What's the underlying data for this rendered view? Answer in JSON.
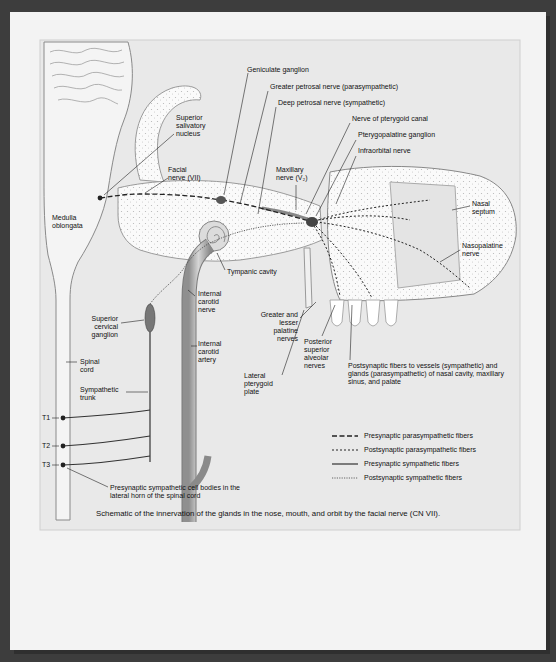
{
  "diagram": {
    "caption": "Schematic of the innervation of the glands in the nose, mouth, and orbit by the facial nerve (CN VII).",
    "labels": [
      "Geniculate ganglion",
      "Greater petrosal nerve (parasympathetic)",
      "Deep petrosal nerve (sympathetic)",
      "Superior salivatory nucleus",
      "Nerve of pterygoid canal",
      "Pterygopalatine ganglion",
      "Infraorbital nerve",
      "Facial nerve (VII)",
      "Maxillary nerve (V₂)",
      "Nasal septum",
      "Medulla oblongata",
      "Nasopalatine nerve",
      "Tympanic cavity",
      "Internal carotid nerve",
      "Superior cervical ganglion",
      "Greater and lesser palatine nerves",
      "Internal carotid artery",
      "Posterior superior alveolar nerves",
      "Spinal cord",
      "Lateral pterygoid plate",
      "Postsynaptic fibers to vessels (sympathetic) and glands (parasympathetic) of nasal cavity, maxillary sinus, and palate",
      "Sympathetic trunk",
      "T1",
      "T2",
      "T3",
      "Presynaptic sympathetic cell bodies in the lateral horn of the spinal cord"
    ],
    "legend": [
      {
        "text": "Presynaptic parasympathetic fibers"
      },
      {
        "text": "Postsynaptic parasympathetic fibers"
      },
      {
        "text": "Presynaptic sympathetic fibers"
      },
      {
        "text": "Postsynaptic sympathetic fibers"
      }
    ]
  }
}
